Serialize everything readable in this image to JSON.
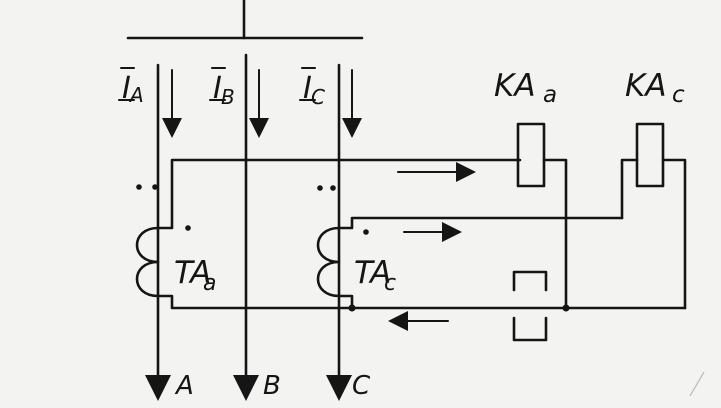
{
  "labels": {
    "current_a": "I",
    "current_a_sub": "A",
    "current_b": "I",
    "current_b_sub": "B",
    "current_c": "I",
    "current_c_sub": "C",
    "relay_a": "KA",
    "relay_a_sub": "a",
    "relay_c": "KA",
    "relay_c_sub": "c",
    "ct_a": "TA",
    "ct_a_sub": "a",
    "ct_c": "TA",
    "ct_c_sub": "c",
    "phase_a": "A",
    "phase_b": "B",
    "phase_c": "C"
  }
}
